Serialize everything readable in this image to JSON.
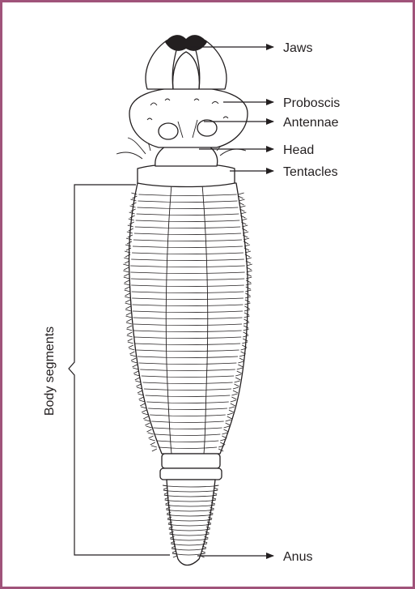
{
  "diagram": {
    "border_color": "#a0537a",
    "ink_color": "#231f20",
    "labels": {
      "jaws": "Jaws",
      "proboscis": "Proboscis",
      "antennae": "Antennae",
      "head": "Head",
      "tentacles": "Tentacles",
      "body_segments": "Body segments",
      "anus": "Anus"
    }
  }
}
